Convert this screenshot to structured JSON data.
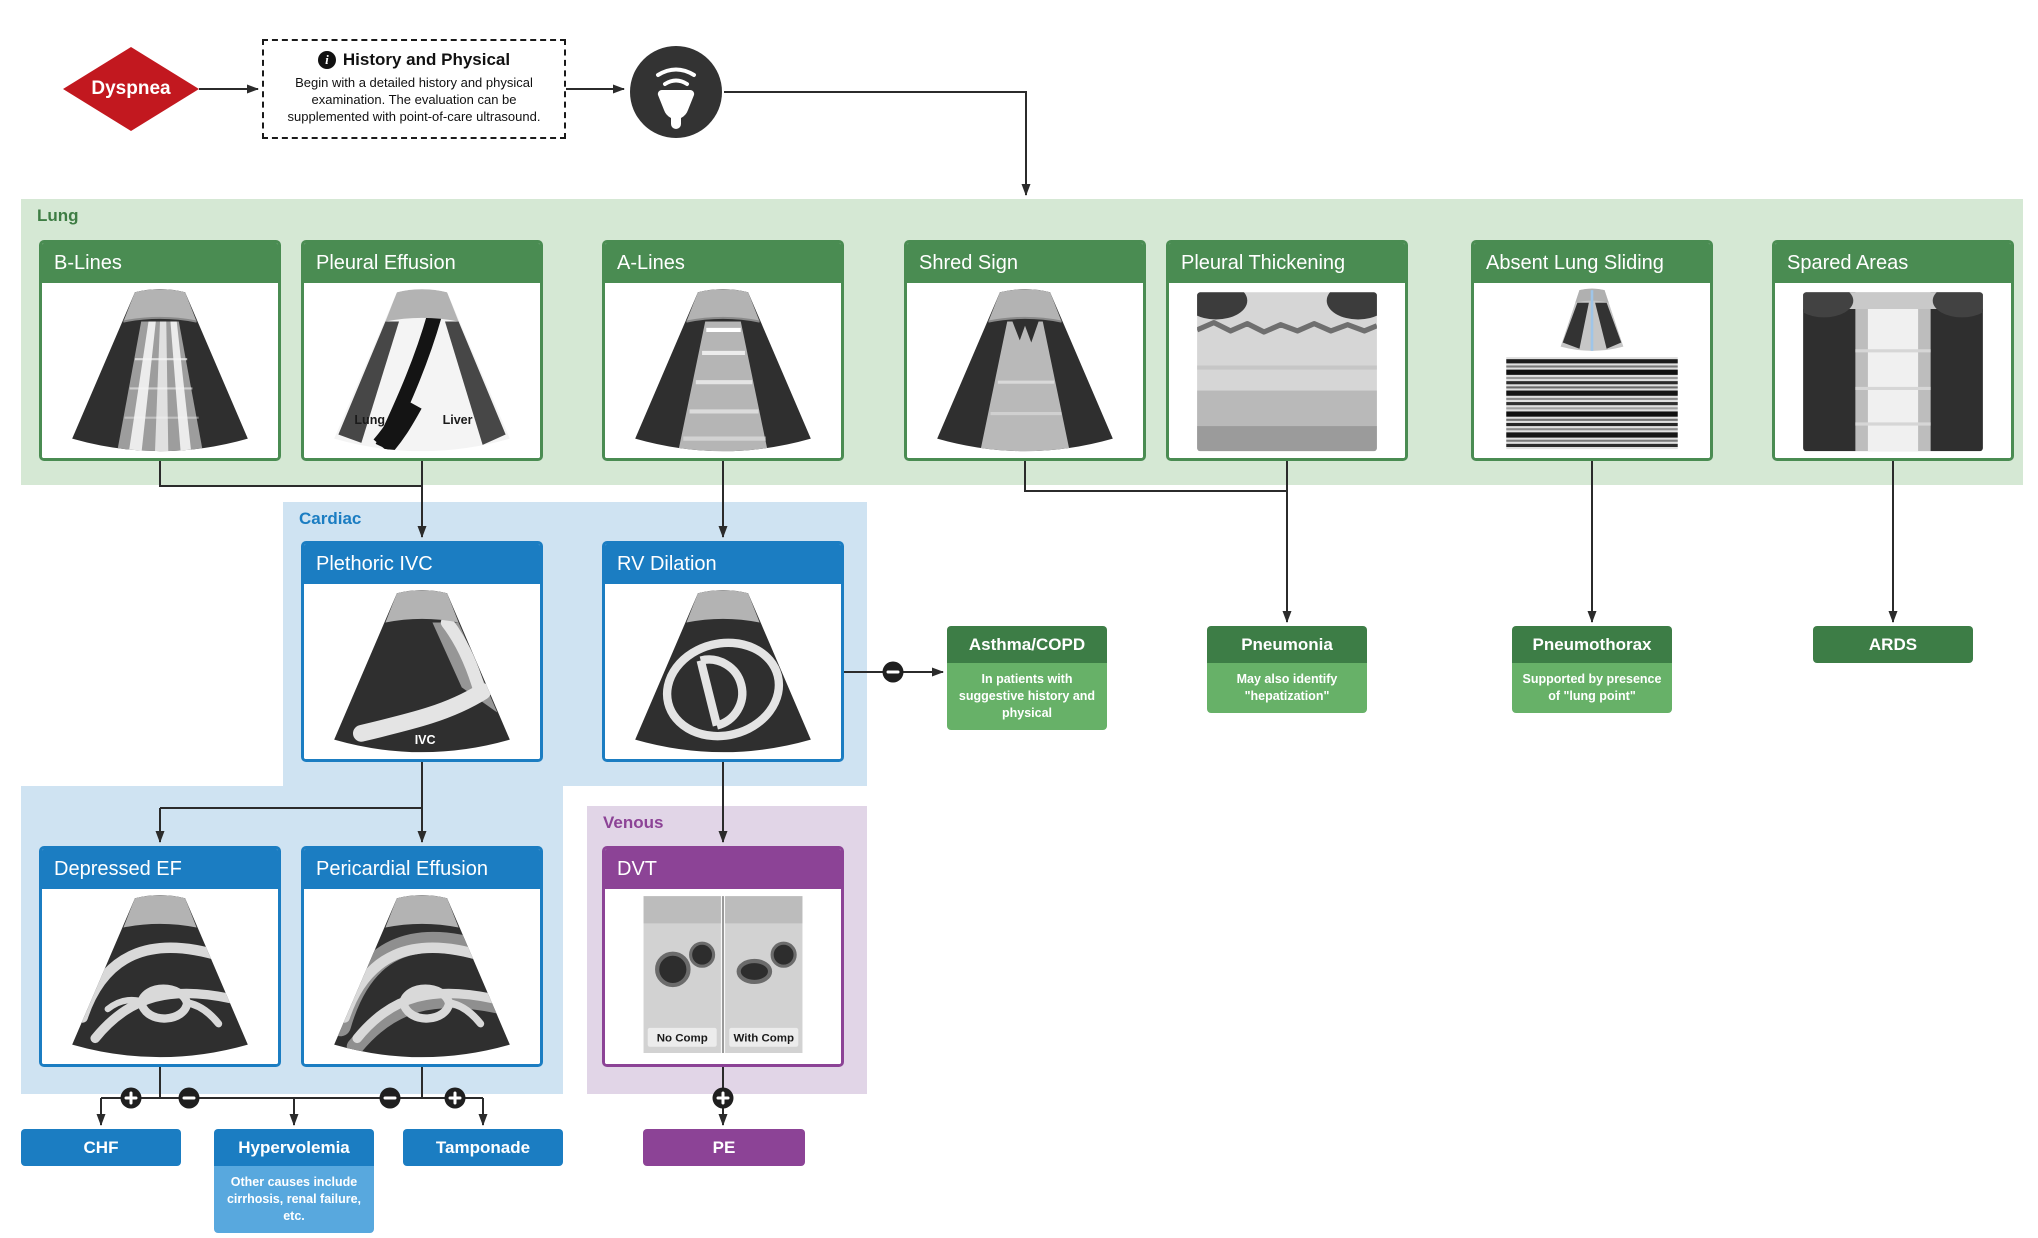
{
  "start": {
    "label": "Dyspnea"
  },
  "history": {
    "icon": "i",
    "title": "History and Physical",
    "body": "Begin with a detailed history and physical examination. The evaluation can be supplemented with point-of-care ultrasound."
  },
  "sections": {
    "lung": "Lung",
    "cardiac": "Cardiac",
    "venous": "Venous"
  },
  "cards": {
    "b_lines": {
      "title": "B-Lines"
    },
    "pleural_effusion": {
      "title": "Pleural Effusion",
      "labels": {
        "lung": "Lung",
        "liver": "Liver"
      }
    },
    "a_lines": {
      "title": "A-Lines"
    },
    "shred_sign": {
      "title": "Shred Sign"
    },
    "pleural_thickening": {
      "title": "Pleural Thickening"
    },
    "absent_lung_sliding": {
      "title": "Absent Lung Sliding"
    },
    "spared_areas": {
      "title": "Spared Areas"
    },
    "plethoric_ivc": {
      "title": "Plethoric IVC",
      "labels": {
        "ivc": "IVC"
      }
    },
    "rv_dilation": {
      "title": "RV Dilation"
    },
    "depressed_ef": {
      "title": "Depressed EF"
    },
    "pericardial_effusion": {
      "title": "Pericardial Effusion"
    },
    "dvt": {
      "title": "DVT",
      "labels": {
        "no_comp": "No Comp",
        "with_comp": "With Comp"
      }
    }
  },
  "outcomes": {
    "asthma_copd": {
      "title": "Asthma/COPD",
      "note": "In patients with suggestive history and physical"
    },
    "pneumonia": {
      "title": "Pneumonia",
      "note": "May also identify \"hepatization\""
    },
    "pneumothorax": {
      "title": "Pneumothorax",
      "note": "Supported by presence of \"lung point\""
    },
    "ards": {
      "title": "ARDS"
    },
    "chf": {
      "title": "CHF"
    },
    "hypervolemia": {
      "title": "Hypervolemia",
      "note": "Other causes include cirrhosis, renal failure, etc."
    },
    "tamponade": {
      "title": "Tamponade"
    },
    "pe": {
      "title": "PE"
    }
  },
  "colors": {
    "start_red": "#c2181f",
    "lung_bg": "#d5e8d4",
    "lung_header": "#4a8c52",
    "lung_label": "#3e7d44",
    "outcome_green": "#3d7d46",
    "outcome_green_note": "#67b168",
    "cardiac_bg": "#cfe3f2",
    "cardiac_header": "#1b7dc2",
    "cardiac_note": "#58a8de",
    "venous_bg": "#e1d5e7",
    "venous_header": "#8c4396",
    "edge": "#2b2b2b"
  }
}
